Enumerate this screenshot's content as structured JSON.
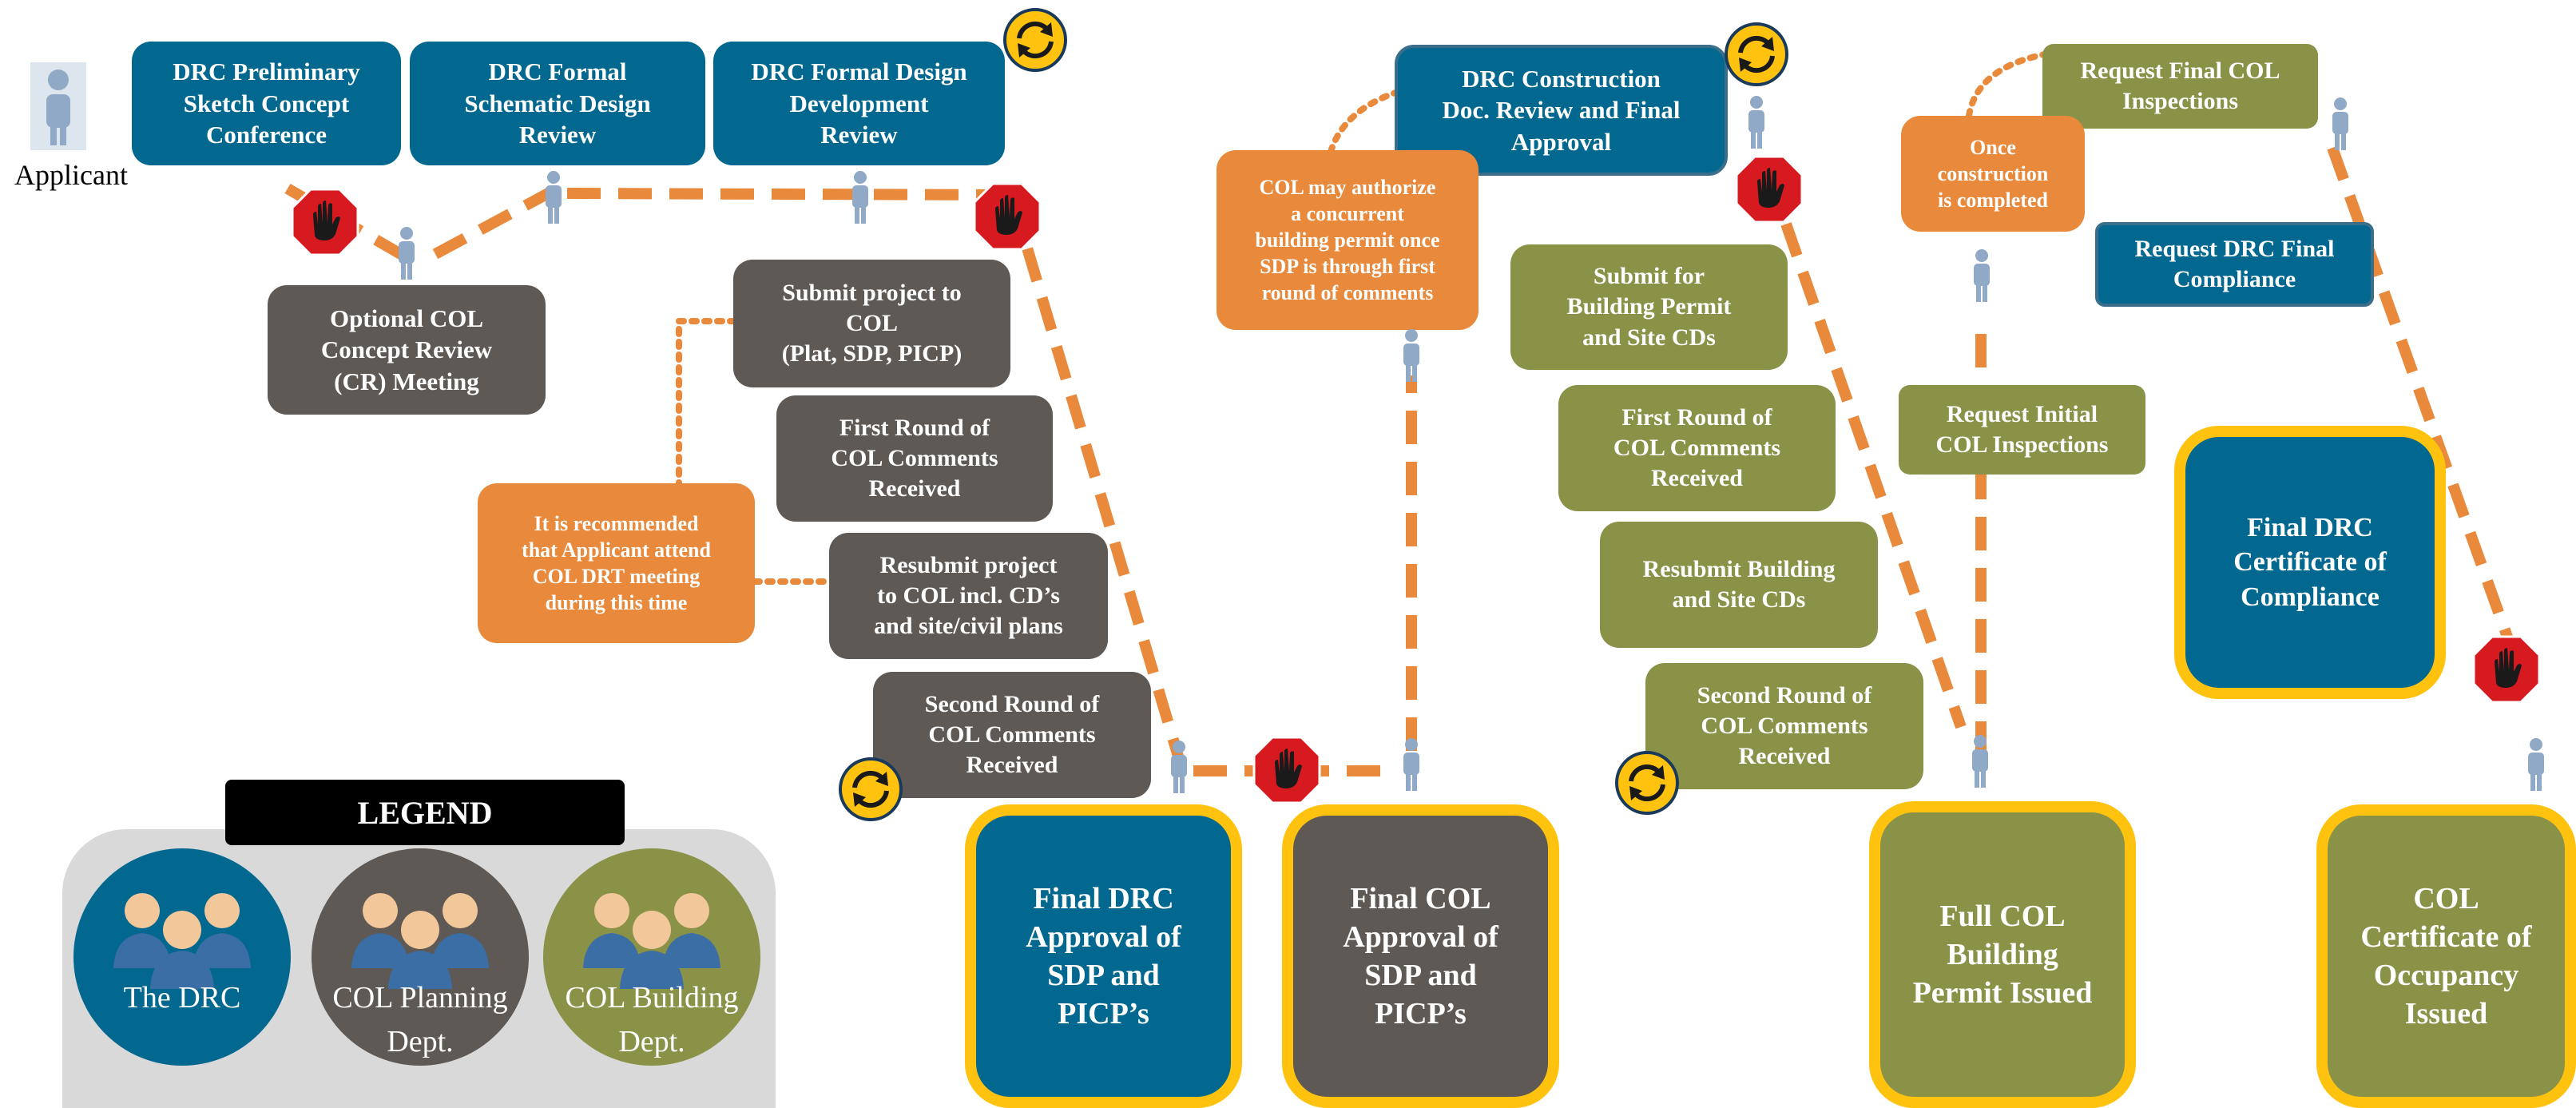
{
  "applicant_label": "Applicant",
  "colors": {
    "drc_blue": "#036890",
    "col_planning_gray": "#5f5955",
    "col_building_green": "#8a9248",
    "note_orange": "#e8893b",
    "final_border_gold": "#ffc20e",
    "stop_red": "#d71920",
    "connector_orange": "#e8893b"
  },
  "icons": [
    "person-icon",
    "stop-hand-icon",
    "cycle-arrows-icon",
    "group-people-icon"
  ],
  "steps": {
    "drc_preliminary": "DRC Preliminary\nSketch Concept\nConference",
    "drc_formal_schematic": "DRC Formal\nSchematic Design\nReview",
    "drc_formal_design_dev": "DRC Formal Design\nDevelopment\nReview",
    "optional_col_concept": "Optional COL\nConcept Review\n(CR) Meeting",
    "submit_project_col": "Submit project to\nCOL\n(Plat, SDP, PICP)",
    "first_round_comments": "First Round of\nCOL Comments\nReceived",
    "resubmit_project_col": "Resubmit project\nto COL incl. CD’s\nand site/civil plans",
    "second_round_comments": "Second Round of\nCOL Comments\nReceived",
    "drc_construction_review": "DRC Construction\nDoc. Review and Final\nApproval",
    "submit_building_permit": "Submit for\nBuilding Permit\nand Site CDs",
    "first_round_building": "First Round of\nCOL Comments\nReceived",
    "resubmit_building": "Resubmit Building\nand Site CDs",
    "second_round_building": "Second Round of\nCOL Comments\nReceived",
    "request_initial_inspections": "Request Initial\nCOL Inspections",
    "request_final_inspections": "Request Final COL\nInspections",
    "request_drc_final_compliance": "Request DRC Final\nCompliance"
  },
  "notes": {
    "drt_meeting": "It is recommended\nthat Applicant attend\nCOL DRT meeting\nduring this time",
    "concurrent_permit": "COL may authorize\na concurrent\nbuilding permit once\nSDP is through first\nround of comments",
    "once_construction": "Once\nconstruction\nis completed"
  },
  "finals": {
    "final_drc_approval": "Final DRC\nApproval of\nSDP and\nPICP’s",
    "final_col_approval": "Final COL\nApproval of\nSDP and\nPICP’s",
    "full_building_permit": "Full COL\nBuilding\nPermit Issued",
    "final_drc_certificate": "Final DRC\nCertificate of\nCompliance",
    "col_certificate_occupancy": "COL\nCertificate of\nOccupancy\nIssued"
  },
  "legend": {
    "title": "LEGEND",
    "items": [
      {
        "label": "The DRC",
        "color": "#036890"
      },
      {
        "label": "COL Planning\nDept.",
        "color": "#5f5955"
      },
      {
        "label": "COL Building\nDept.",
        "color": "#8a9248"
      }
    ]
  }
}
